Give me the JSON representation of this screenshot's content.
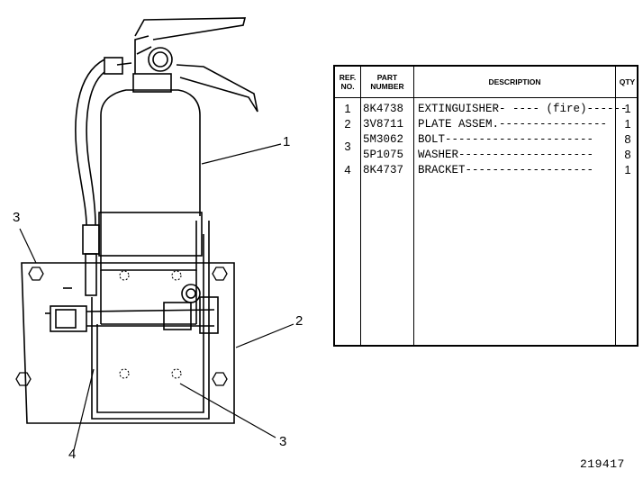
{
  "callouts": {
    "c1": "1",
    "c2": "2",
    "c3a": "3",
    "c3b": "3",
    "c4": "4"
  },
  "table": {
    "headers": {
      "ref": "REF. NO.",
      "part": "PART NUMBER",
      "description": "DESCRIPTION",
      "qty": "QTY"
    },
    "rows": [
      {
        "ref": "1",
        "part": "8K4738",
        "description": "EXTINGUISHER- ---- (fire)------",
        "qty": "1"
      },
      {
        "ref": "2",
        "part": "3V8711",
        "description": "PLATE ASSEM.----------------",
        "qty": "1"
      },
      {
        "ref": "3",
        "part": "5M3062",
        "description": "BOLT----------------------",
        "qty": "8"
      },
      {
        "ref": "",
        "part": "5P1075",
        "description": "WASHER--------------------",
        "qty": "8"
      },
      {
        "ref": "4",
        "part": "8K4737",
        "description": "BRACKET-------------------",
        "qty": "1"
      }
    ]
  },
  "figure_number": "219417",
  "colors": {
    "ink": "#000000",
    "paper": "#ffffff"
  }
}
